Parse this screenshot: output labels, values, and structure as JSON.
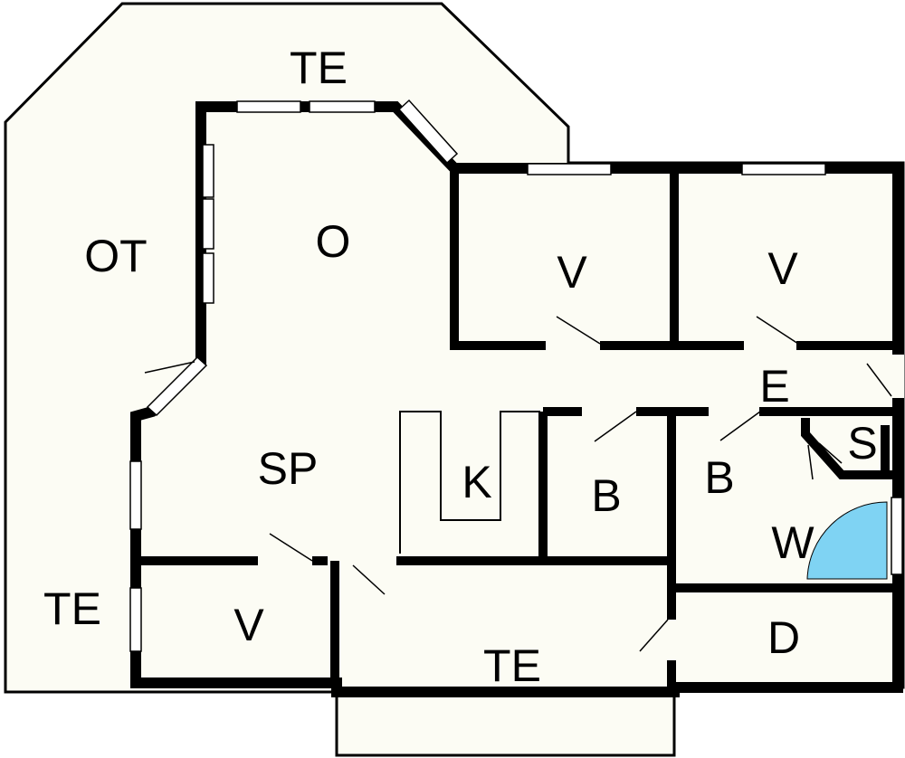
{
  "floorplan": {
    "colors": {
      "background": "#fcfcf4",
      "wall": "#000000",
      "window": "#ffffff",
      "shower": "#7fd3f3"
    },
    "rooms": {
      "terrace_top": "TE",
      "outdoor_terrace": "OT",
      "living": "O",
      "bedroom_1": "V",
      "bedroom_2": "V",
      "hall": "E",
      "dining": "SP",
      "kitchen": "K",
      "bathroom_1": "B",
      "bathroom_2": "B",
      "sauna": "S",
      "washroom": "W",
      "terrace_left": "TE",
      "bedroom_3": "V",
      "terrace_bottom": "TE",
      "shower_room": "D"
    }
  }
}
